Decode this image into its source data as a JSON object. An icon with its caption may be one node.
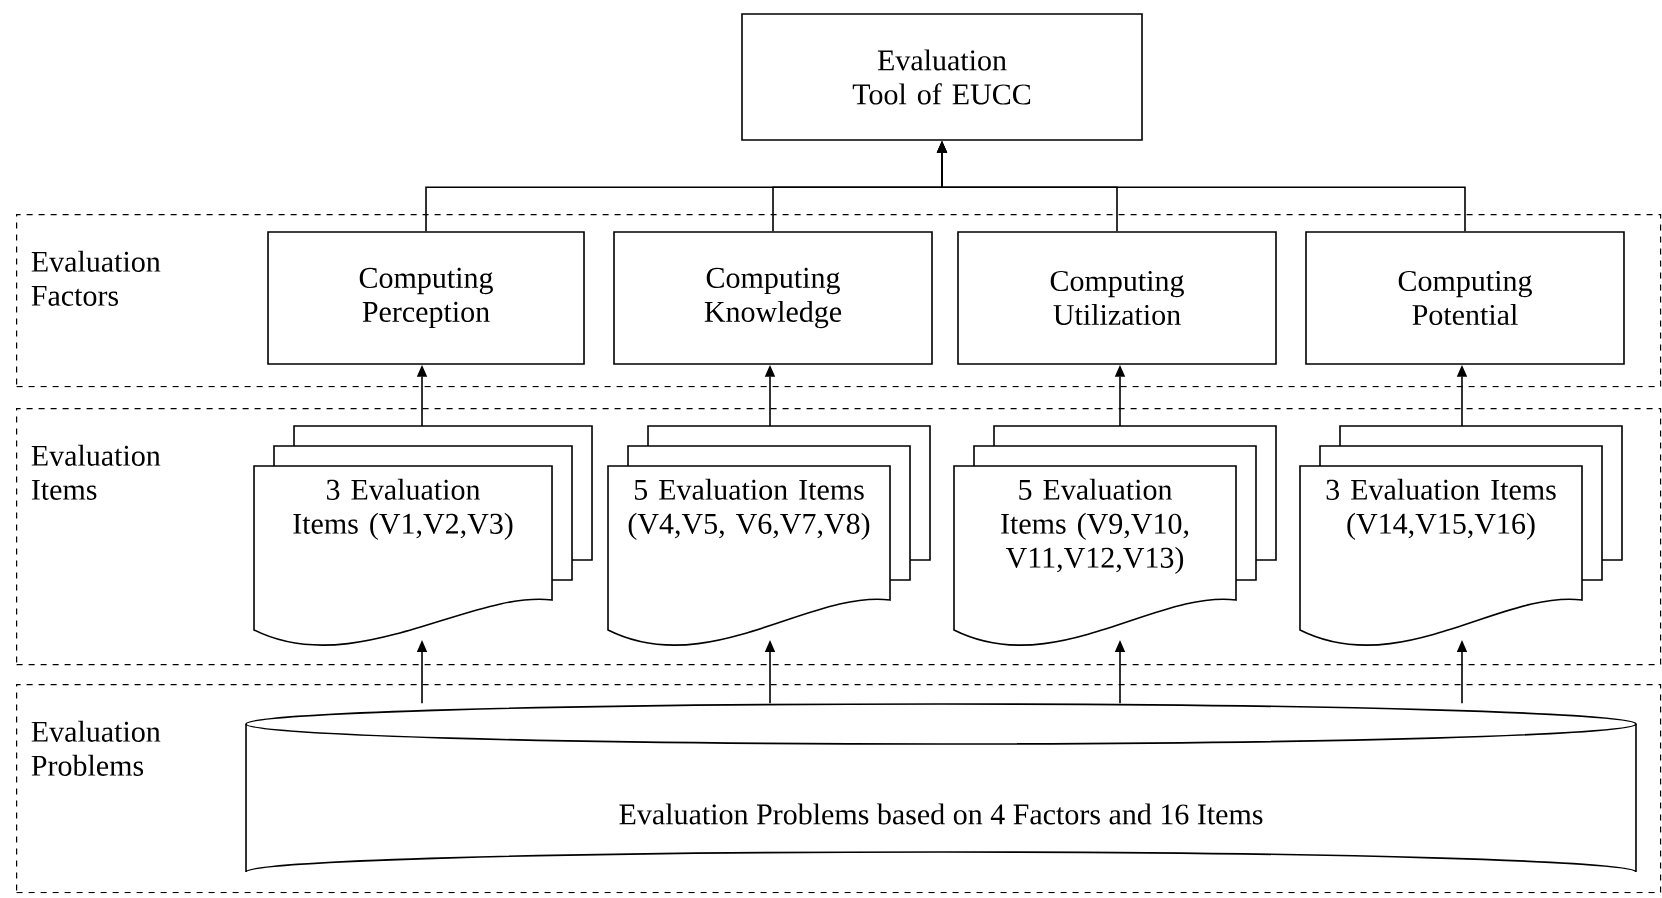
{
  "diagram": {
    "nodes": [
      {
        "text": [
          "Evaluation Tool of EUCC"
        ]
      },
      {
        "text": [
          "Evaluation Factors"
        ]
      },
      {
        "text": [
          "Computing Perception"
        ],
        "in": 1
      },
      {
        "text": [
          "Computing Knowledge"
        ],
        "in": 1
      },
      {
        "text": [
          "Computing Utilization"
        ],
        "in": 1
      },
      {
        "text": [
          "Computing Potential"
        ],
        "in": 1
      },
      {
        "text": [
          "Evaluation Items"
        ]
      },
      {
        "text": [
          "3 Evaluation Items (V1,V2,V3)"
        ],
        "in": 6
      },
      {
        "text": [
          "5 Evaluation Items (V4,V5, V6,V7,V8)"
        ],
        "in": 6
      },
      {
        "text": [
          "5 Evaluation Items (V9,V10, V11,V12,V13)"
        ],
        "in": 6
      },
      {
        "text": [
          "3 Evaluation Items (V14,V15,V16)"
        ],
        "in": 6
      },
      {
        "text": [
          "Evaluation Problems"
        ]
      },
      {
        "text": [
          "Evaluation Problems based on 4 Factors and 16 Items"
        ],
        "in": 11
      }
    ],
    "edges": [
      {
        "from": 2,
        "to": 0,
        "arrow": "to"
      },
      {
        "from": 3,
        "to": 0,
        "arrow": "to"
      },
      {
        "from": 4,
        "to": 0,
        "arrow": "to"
      },
      {
        "from": 5,
        "to": 0,
        "arrow": "to"
      },
      {
        "from": 7,
        "to": 2,
        "arrow": "to"
      },
      {
        "from": 8,
        "to": 3,
        "arrow": "to"
      },
      {
        "from": 9,
        "to": 4,
        "arrow": "to"
      },
      {
        "from": 10,
        "to": 5,
        "arrow": "to"
      },
      {
        "from": 12,
        "to": 7,
        "arrow": "to"
      },
      {
        "from": 12,
        "to": 8,
        "arrow": "to"
      },
      {
        "from": 12,
        "to": 9,
        "arrow": "to"
      },
      {
        "from": 12,
        "to": 10,
        "arrow": "to"
      }
    ]
  }
}
